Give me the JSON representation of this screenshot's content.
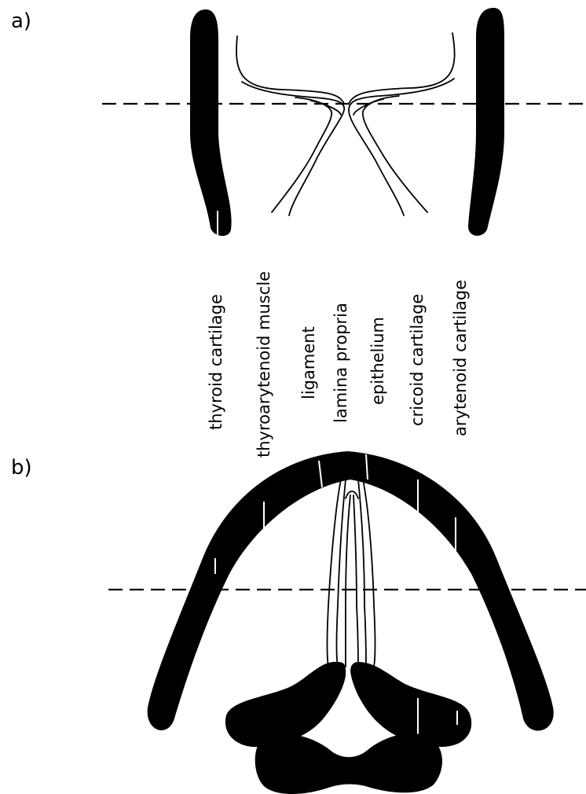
{
  "panels": {
    "a": "a)",
    "b": "b)"
  },
  "structure_labels": [
    "thyroid cartilage",
    "thyroarytenoid muscle",
    "ligament",
    "lamina propria",
    "epithelium",
    "cricoid cartilage",
    "arytenoid cartilage"
  ]
}
